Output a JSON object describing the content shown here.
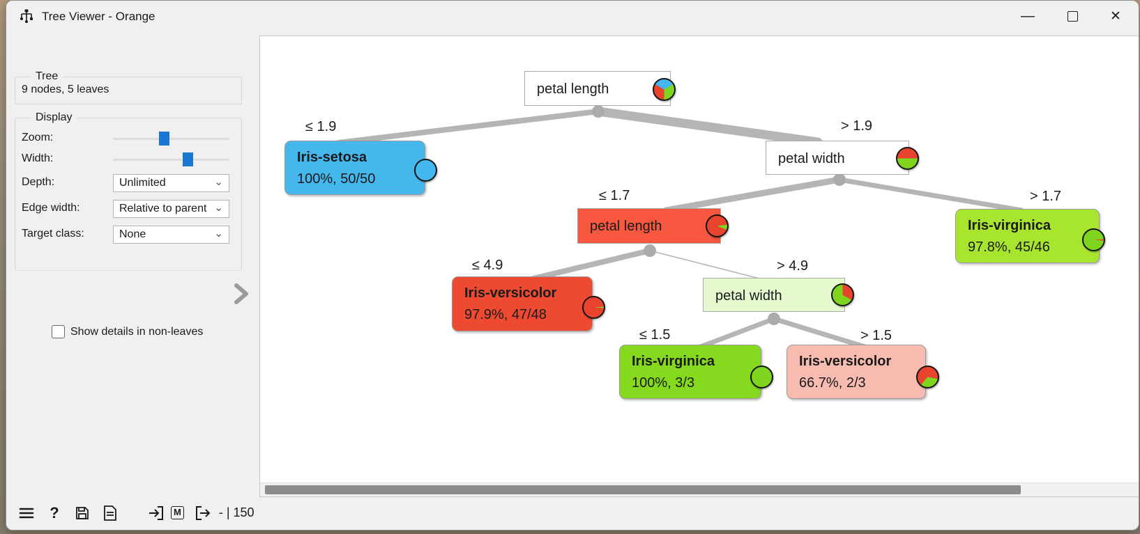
{
  "window": {
    "title": "Tree Viewer - Orange",
    "minimize_glyph": "—",
    "close_glyph": "✕"
  },
  "sidebar": {
    "tree_box": {
      "title": "Tree",
      "info": "9 nodes, 5 leaves"
    },
    "display_box": {
      "title": "Display",
      "zoom_label": "Zoom:",
      "zoom_value_pct": 44,
      "width_label": "Width:",
      "width_value_pct": 64,
      "depth_label": "Depth:",
      "depth_value": "Unlimited",
      "edge_width_label": "Edge width:",
      "edge_width_value": "Relative to parent",
      "target_class_label": "Target class:",
      "target_class_value": "None",
      "show_details_label": "Show details in non-leaves",
      "show_details_checked": false,
      "combo_chevron": "⌄"
    }
  },
  "statusbar": {
    "help_glyph": "?",
    "input_badge": "M",
    "io_summary": "- | 150"
  },
  "tree": {
    "dataset_classes": [
      "Iris-setosa",
      "Iris-versicolor",
      "Iris-virginica"
    ],
    "class_colors": {
      "setosa_blue": "#45b7ec",
      "versicolor_red": "#e8432c",
      "virginica_green": "#7fd41e"
    },
    "edge_labels": [
      "≤ 1.9",
      "> 1.9",
      "≤ 1.7",
      "> 1.7",
      "≤ 4.9",
      "> 4.9",
      "≤ 1.5",
      "> 1.5"
    ],
    "nodes": [
      {
        "label": "petal length",
        "sublabel": "",
        "kind": "internal",
        "bg": "#ffffff",
        "pie": {
          "from": 300,
          "slices": [
            [
              "#44b7ee",
              33.4
            ],
            [
              "#7fd41e",
              33.3
            ],
            [
              "#e8432c",
              33.3
            ]
          ]
        }
      },
      {
        "label": "Iris-setosa",
        "sublabel": "100%, 50/50",
        "kind": "leaf",
        "bg": "#45b7ec",
        "pie": {
          "from": 0,
          "slices": [
            [
              "#44b7ee",
              100
            ]
          ]
        }
      },
      {
        "label": "petal width",
        "sublabel": "",
        "kind": "internal",
        "bg": "#ffffff",
        "pie": {
          "from": 270,
          "slices": [
            [
              "#e8432c",
              50
            ],
            [
              "#7fd41e",
              50
            ]
          ]
        }
      },
      {
        "label": "petal length",
        "sublabel": "",
        "kind": "internal",
        "bg": "#f6573e",
        "pie": {
          "from": 0,
          "slices": [
            [
              "#e8432c",
              23
            ],
            [
              "#7fd41e",
              8
            ],
            [
              "#e8432c",
              69
            ]
          ]
        }
      },
      {
        "label": "Iris-virginica",
        "sublabel": "97.8%, 45/46",
        "kind": "leaf",
        "bg": "#a8e52e",
        "pie": {
          "from": 0,
          "slices": [
            [
              "#7fd41e",
              24
            ],
            [
              "#e8432c",
              2.2
            ],
            [
              "#7fd41e",
              73.8
            ]
          ]
        }
      },
      {
        "label": "Iris-versicolor",
        "sublabel": "97.9%, 47/48",
        "kind": "leaf",
        "bg": "#ee4a31",
        "pie": {
          "from": 0,
          "slices": [
            [
              "#e8432c",
              24
            ],
            [
              "#7fd41e",
              2.1
            ],
            [
              "#e8432c",
              73.9
            ]
          ]
        }
      },
      {
        "label": "petal width",
        "sublabel": "",
        "kind": "internal",
        "bg": "#e5f8ce",
        "pie": {
          "from": 0,
          "slices": [
            [
              "#e8432c",
              33.3
            ],
            [
              "#7fd41e",
              66.7
            ]
          ]
        }
      },
      {
        "label": "Iris-virginica",
        "sublabel": "100%, 3/3",
        "kind": "leaf",
        "bg": "#85d91f",
        "pie": {
          "from": 0,
          "slices": [
            [
              "#7fd41e",
              100
            ]
          ]
        }
      },
      {
        "label": "Iris-versicolor",
        "sublabel": "66.7%, 2/3",
        "kind": "leaf",
        "bg": "#f7bbb0",
        "pie": {
          "from": 0,
          "slices": [
            [
              "#e8432c",
              28
            ],
            [
              "#7fd41e",
              33.3
            ],
            [
              "#e8432c",
              38.7
            ]
          ]
        }
      }
    ]
  }
}
